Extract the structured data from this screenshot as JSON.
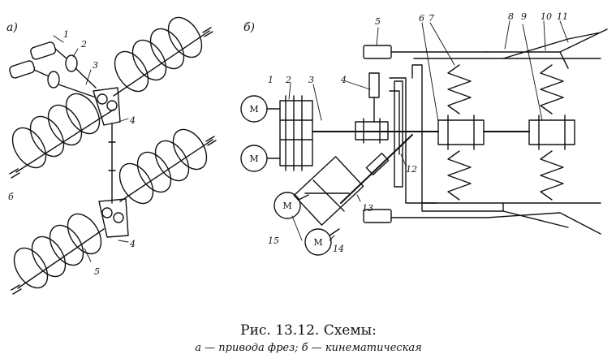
{
  "panels": {
    "a": {
      "letter": "а)"
    },
    "b": {
      "letter": "б)"
    }
  },
  "callouts_a": [
    "1",
    "2",
    "3",
    "4",
    "б",
    "4",
    "5"
  ],
  "callouts_b": [
    "1",
    "2",
    "3",
    "4",
    "5",
    "6",
    "7",
    "8",
    "9",
    "10",
    "11",
    "12",
    "13",
    "14",
    "15"
  ],
  "motor_label": "М",
  "caption": {
    "title": "Рис. 13.12. Схемы:",
    "subtitle": "а — привода фрез; б — кинематическая"
  }
}
